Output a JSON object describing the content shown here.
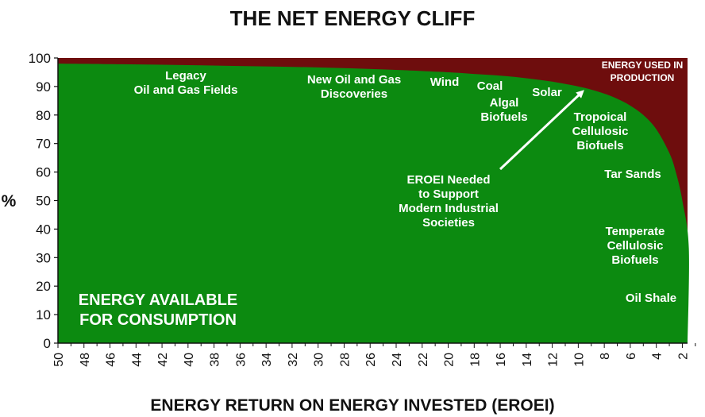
{
  "chart_data": {
    "type": "area",
    "title": "THE NET ENERGY CLIFF",
    "xlabel": "ENERGY RETURN ON ENERGY INVESTED (EROEI)",
    "ylabel": "%",
    "xlim": [
      50,
      1
    ],
    "ylim": [
      0,
      100
    ],
    "x_ticks": [
      50,
      48,
      46,
      44,
      42,
      40,
      38,
      36,
      34,
      32,
      30,
      28,
      26,
      24,
      22,
      20,
      18,
      16,
      14,
      12,
      10,
      8,
      6,
      4,
      2
    ],
    "y_ticks": [
      0,
      10,
      20,
      30,
      40,
      50,
      60,
      70,
      80,
      90,
      100
    ],
    "x": [
      50,
      45,
      40,
      35,
      30,
      25,
      20,
      18,
      16,
      14,
      12,
      10,
      9,
      8,
      7,
      6,
      5,
      4,
      3,
      2.5,
      2,
      1.5,
      1
    ],
    "series": [
      {
        "name": "ENERGY AVAILABLE FOR CONSUMPTION",
        "color": "#0c8a10",
        "values": [
          98,
          97.8,
          97.5,
          97.1,
          96.7,
          96,
          95,
          94.4,
          93.8,
          92.9,
          91.7,
          90,
          88.9,
          87.5,
          85.7,
          83.3,
          80,
          75,
          66.7,
          60,
          50,
          33.3,
          0
        ]
      },
      {
        "name": "ENERGY USED IN PRODUCTION",
        "color": "#6e0d0d",
        "values": [
          2,
          2.2,
          2.5,
          2.9,
          3.3,
          4,
          5,
          5.6,
          6.2,
          7.1,
          8.3,
          10,
          11.1,
          12.5,
          14.3,
          16.7,
          20,
          25,
          33.3,
          40,
          50,
          66.7,
          100
        ]
      }
    ],
    "annotations": [
      {
        "lines": [
          "Legacy",
          "Oil and Gas Fields"
        ]
      },
      {
        "lines": [
          "New Oil and Gas",
          "Discoveries"
        ]
      },
      {
        "lines": [
          "Wind"
        ]
      },
      {
        "lines": [
          "Coal"
        ]
      },
      {
        "lines": [
          "Algal",
          "Biofuels"
        ]
      },
      {
        "lines": [
          "Solar"
        ]
      },
      {
        "lines": [
          "Tropoical",
          "Cellulosic",
          "Biofuels"
        ]
      },
      {
        "lines": [
          "Tar Sands"
        ]
      },
      {
        "lines": [
          "EROEI Needed",
          "to Support",
          "Modern Industrial",
          "Societies"
        ]
      },
      {
        "lines": [
          "Temperate",
          "Cellulosic",
          "Biofuels"
        ]
      },
      {
        "lines": [
          "Oil Shale"
        ]
      }
    ],
    "region_labels": {
      "available": [
        "ENERGY AVAILABLE",
        "FOR CONSUMPTION"
      ],
      "used": [
        "ENERGY USED IN",
        "PRODUCTION"
      ]
    },
    "grid": false,
    "legend": "none"
  }
}
